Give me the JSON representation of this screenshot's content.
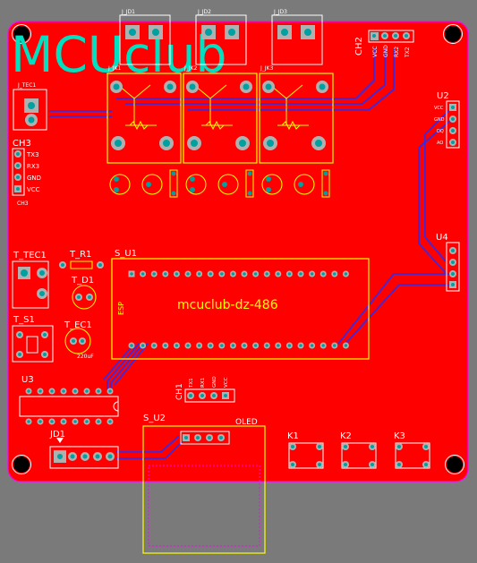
{
  "logo_text": "MCUclub",
  "board_title": "mcuclub-dz-486",
  "connectors": {
    "ch2": {
      "name": "CH2",
      "pins": [
        "VCC",
        "GND",
        "RX2",
        "TX2"
      ]
    },
    "ch3": {
      "name": "CH3",
      "pins": [
        "TX3",
        "RX3",
        "GND",
        "VCC"
      ],
      "footer": "CH3"
    },
    "ch1": {
      "name": "CH1",
      "pins": [
        "TX1",
        "RX1",
        "GND",
        "VCC"
      ]
    },
    "u2": {
      "name": "U2",
      "pins": [
        "VCC",
        "GND",
        "DQ",
        "AO"
      ]
    },
    "u4": {
      "name": "U4"
    },
    "u3": {
      "name": "U3"
    },
    "jd1": {
      "name": "JD1"
    }
  },
  "relays": {
    "top_labels": [
      "J_JD1",
      "J_JD2",
      "J_JD3"
    ],
    "relay_labels": [
      "J_JK1",
      "J_JK2",
      "J_JK3"
    ]
  },
  "jtec1_label": "J_TEC1",
  "tec": {
    "t_tec1": "T_TEC1",
    "t_r1": "T_R1",
    "t_d1": "T_D1",
    "t_s1": "T_S1",
    "t_ec1": "T_EC1",
    "cap_value": "220uF"
  },
  "s_u1": {
    "name": "S_U1",
    "side_label": "ESP"
  },
  "s_u2": {
    "name": "S_U2",
    "oled": "OLED"
  },
  "keys": [
    "K1",
    "K2",
    "K3"
  ]
}
